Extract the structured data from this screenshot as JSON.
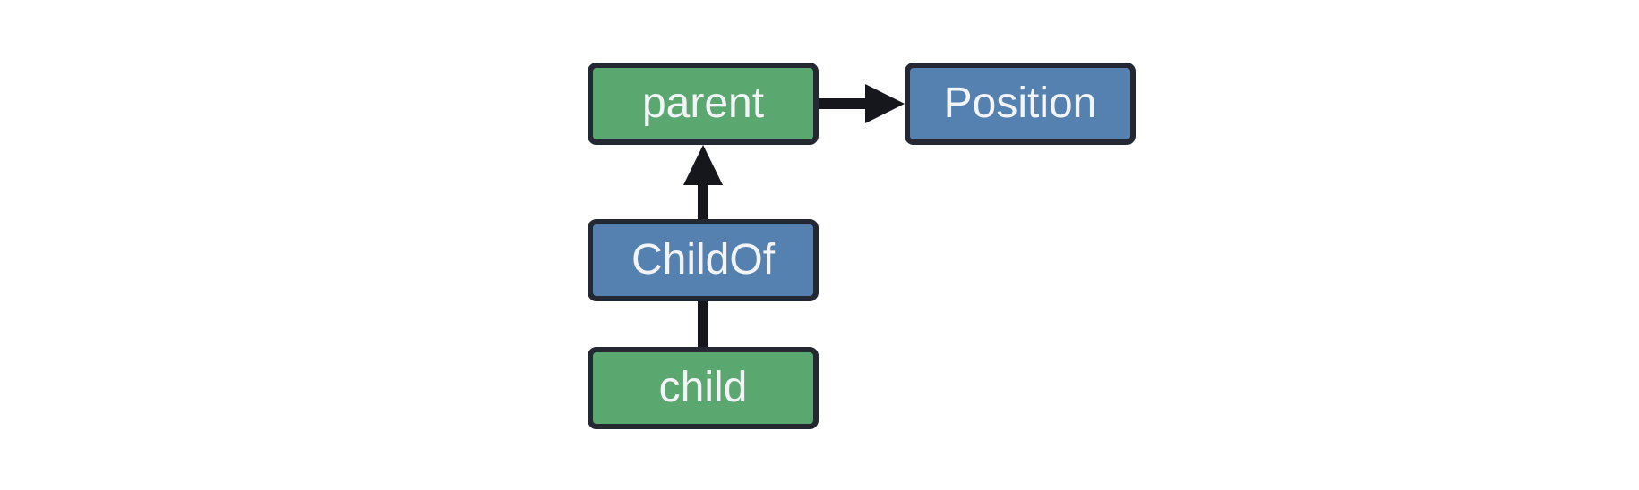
{
  "diagram": {
    "nodes": [
      {
        "id": "parent",
        "label": "parent",
        "color": "green"
      },
      {
        "id": "Position",
        "label": "Position",
        "color": "blue"
      },
      {
        "id": "ChildOf",
        "label": "ChildOf",
        "color": "blue"
      },
      {
        "id": "child",
        "label": "child",
        "color": "green"
      }
    ],
    "edges": [
      {
        "from": "parent",
        "to": "Position",
        "style": "arrow"
      },
      {
        "from": "ChildOf",
        "to": "parent",
        "style": "arrow"
      },
      {
        "from": "child",
        "to": "ChildOf",
        "style": "line"
      }
    ],
    "colors": {
      "green_fill": "#5ba770",
      "blue_fill": "#5581b1",
      "node_border": "#242833",
      "node_text": "#f2f4f7",
      "edge": "#16171c",
      "background": "#ffffff"
    }
  }
}
